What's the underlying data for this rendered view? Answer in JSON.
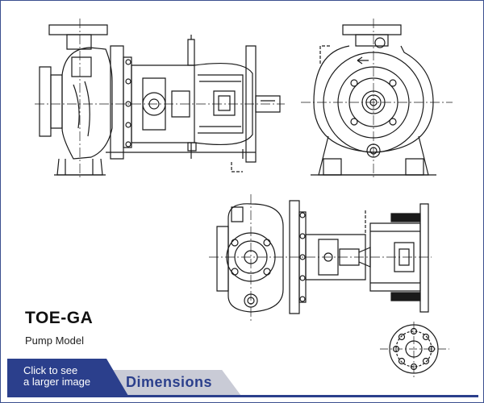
{
  "model": {
    "name": "TOE-GA",
    "subtitle": "Pump Model"
  },
  "enlarge_link": {
    "line1": "Click to see",
    "line2": "a larger image"
  },
  "dimensions_tab": {
    "label": "Dimensions"
  },
  "colors": {
    "accent": "#2b3f8c",
    "tab_grey": "#c9cbd6",
    "line": "#1a1a1a"
  },
  "icons": [
    "side-view-drawing",
    "front-view-drawing",
    "top-view-drawing",
    "flange-detail-drawing"
  ]
}
